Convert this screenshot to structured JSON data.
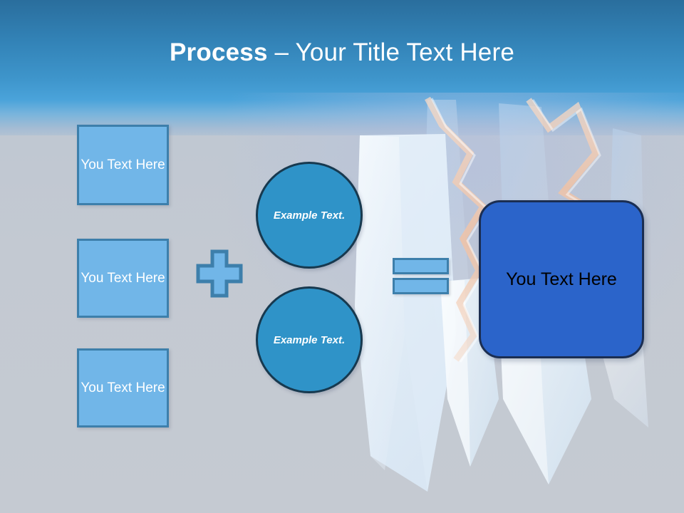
{
  "slide": {
    "title": {
      "strong": "Process",
      "rest": " – Your Title Text Here"
    },
    "colors": {
      "sky_top": "#2a6e9d",
      "sky_bright": "#4aa3da",
      "background_lower": "#c3c9d2",
      "input_box_fill": "#71b6e8",
      "input_box_border": "#3d7fab",
      "circle_fill": "#2f93c8",
      "circle_border": "#17394f",
      "result_fill": "#2b64ca",
      "result_border": "#1b2e52",
      "crack_peach": "#f2cdb4",
      "iceberg_pale": "#e3eff9"
    },
    "input_boxes": [
      {
        "label": "You Text Here"
      },
      {
        "label": "You Text Here"
      },
      {
        "label": "You Text Here"
      }
    ],
    "operator_plus": {
      "icon": "plus-sign"
    },
    "circles": [
      {
        "label": "Example Text."
      },
      {
        "label": "Example Text."
      }
    ],
    "operator_equals": {
      "icon": "equals-sign"
    },
    "result": {
      "label": "You Text Here"
    }
  }
}
